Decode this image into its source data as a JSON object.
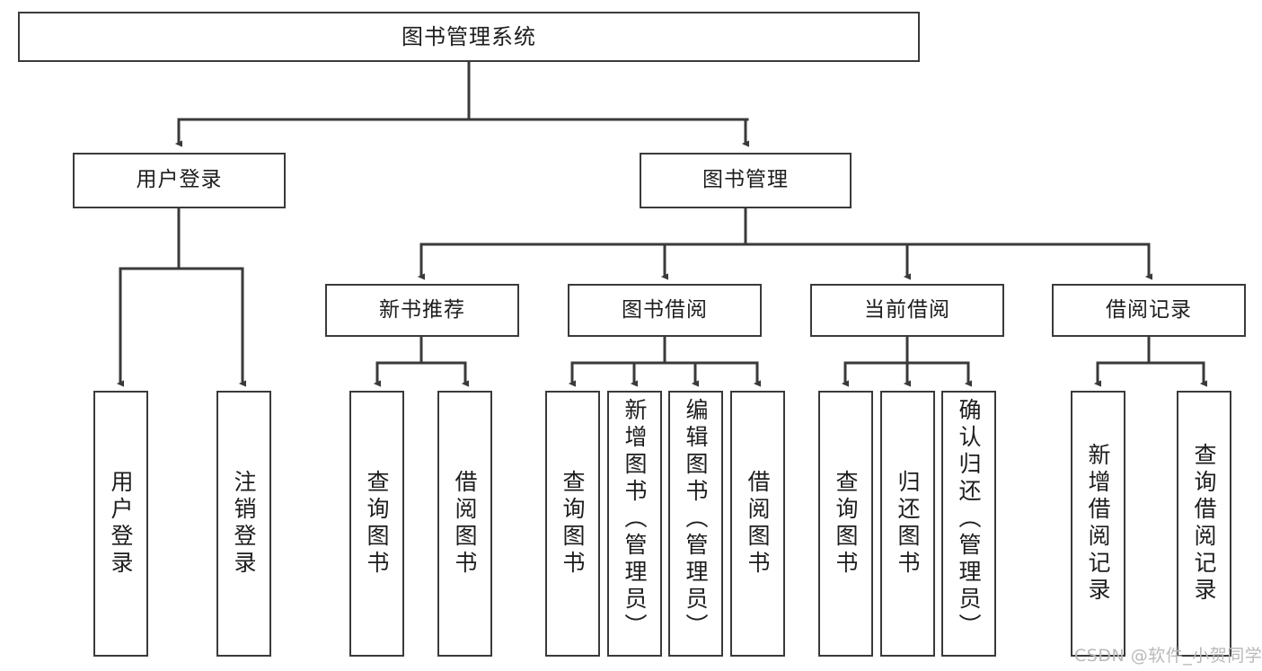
{
  "diagram": {
    "type": "tree-hierarchy",
    "title": "图书管理系统",
    "orientation": "top-down",
    "colors": {
      "stroke": "#3a3a3a",
      "fill": "#ffffff",
      "text": "#1d1d1d",
      "watermark": "#b9b9b9"
    },
    "nodes": {
      "root": "图书管理系统",
      "level2": [
        "用户登录",
        "图书管理"
      ],
      "level3": [
        "新书推荐",
        "图书借阅",
        "当前借阅",
        "借阅记录"
      ],
      "leaves_user_login": [
        "用户登录",
        "注销登录"
      ],
      "leaves_new_book": [
        "查询图书",
        "借阅图书"
      ],
      "leaves_borrow": [
        "查询图书",
        "新增图书（管理员）",
        "编辑图书（管理员）",
        "借阅图书"
      ],
      "leaves_current": [
        "查询图书",
        "归还图书",
        "确认归还（管理员）"
      ],
      "leaves_records": [
        "新增借阅记录",
        "查询借阅记录"
      ]
    },
    "edges": [
      {
        "from": "图书管理系统",
        "to": "用户登录"
      },
      {
        "from": "图书管理系统",
        "to": "图书管理"
      },
      {
        "from": "用户登录",
        "to": "用户登录"
      },
      {
        "from": "用户登录",
        "to": "注销登录"
      },
      {
        "from": "图书管理",
        "to": "新书推荐"
      },
      {
        "from": "图书管理",
        "to": "图书借阅"
      },
      {
        "from": "图书管理",
        "to": "当前借阅"
      },
      {
        "from": "图书管理",
        "to": "借阅记录"
      },
      {
        "from": "新书推荐",
        "to": "查询图书"
      },
      {
        "from": "新书推荐",
        "to": "借阅图书"
      },
      {
        "from": "图书借阅",
        "to": "查询图书"
      },
      {
        "from": "图书借阅",
        "to": "新增图书（管理员）"
      },
      {
        "from": "图书借阅",
        "to": "编辑图书（管理员）"
      },
      {
        "from": "图书借阅",
        "to": "借阅图书"
      },
      {
        "from": "当前借阅",
        "to": "查询图书"
      },
      {
        "from": "当前借阅",
        "to": "归还图书"
      },
      {
        "from": "当前借阅",
        "to": "确认归还（管理员）"
      },
      {
        "from": "借阅记录",
        "to": "新增借阅记录"
      },
      {
        "from": "借阅记录",
        "to": "查询借阅记录"
      }
    ]
  },
  "watermark": {
    "text": "CSDN @软件_小贺同学"
  }
}
